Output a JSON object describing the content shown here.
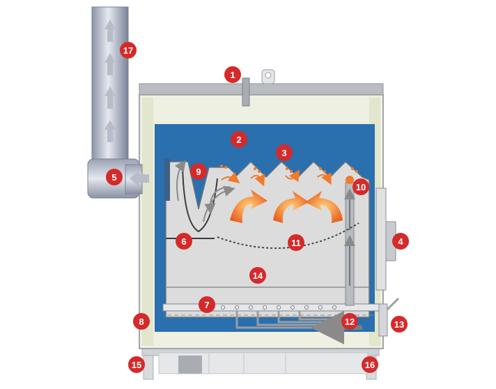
{
  "diagram": {
    "badge_color": "#d42a2a",
    "water_jacket_color": "#2a6fae",
    "firebox_color": "#dcdcdc",
    "flame_color": "#f07a2a",
    "labels": [
      "1",
      "2",
      "3",
      "4",
      "5",
      "6",
      "7",
      "8",
      "9",
      "10",
      "11",
      "12",
      "13",
      "14",
      "15",
      "16",
      "17"
    ]
  }
}
